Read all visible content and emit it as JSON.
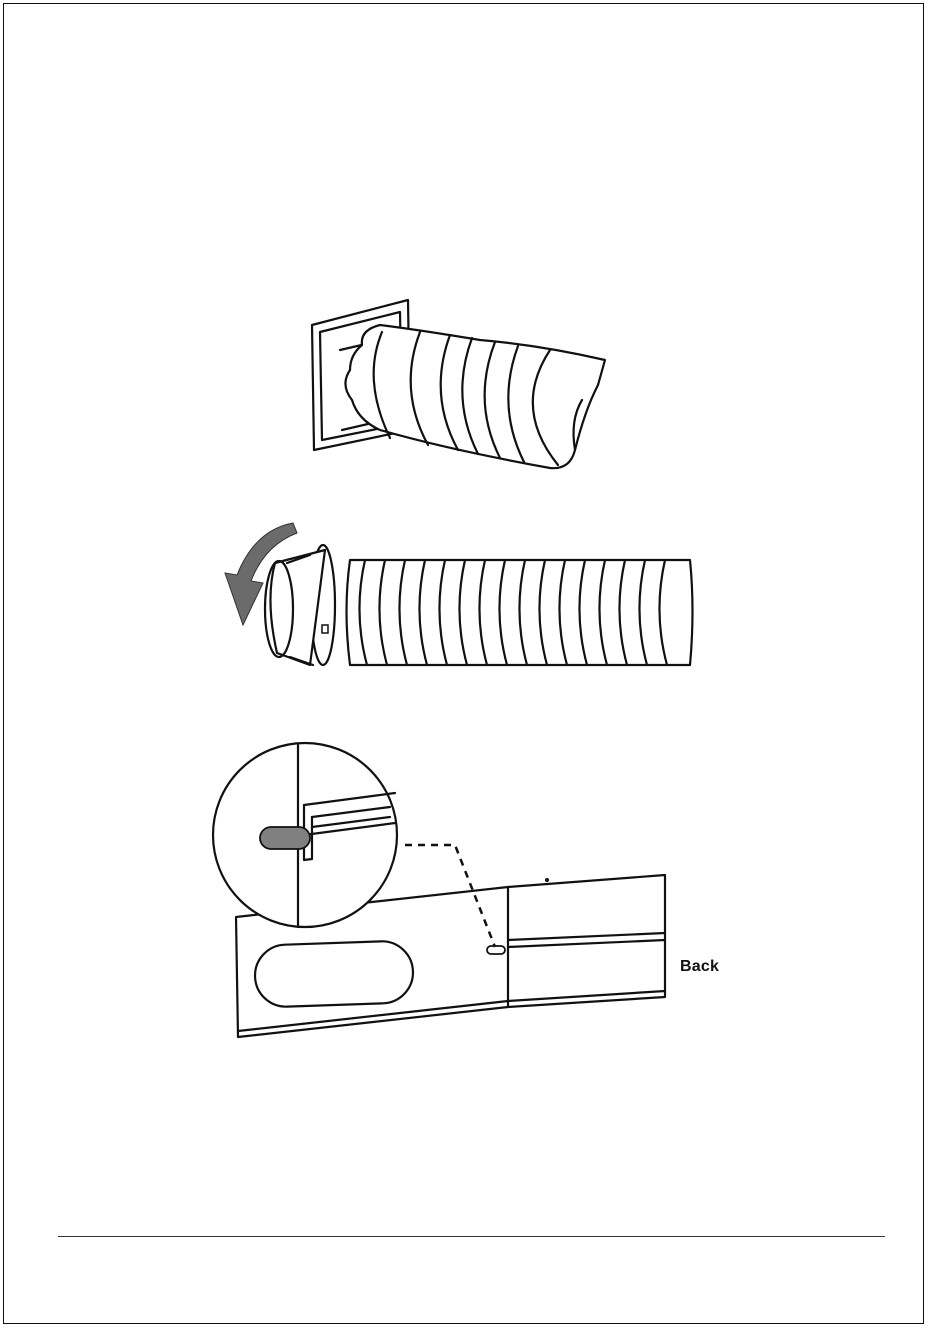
{
  "labels": {
    "back": "Back"
  },
  "illustrations": {
    "step1": "hose-into-wall-bracket",
    "step2": "rotate-adapter-onto-hose",
    "step3": "slide-panel-pin-into-groove"
  },
  "colors": {
    "ink": "#111111",
    "arrow": "#6b6b6b",
    "pin": "#808080"
  }
}
